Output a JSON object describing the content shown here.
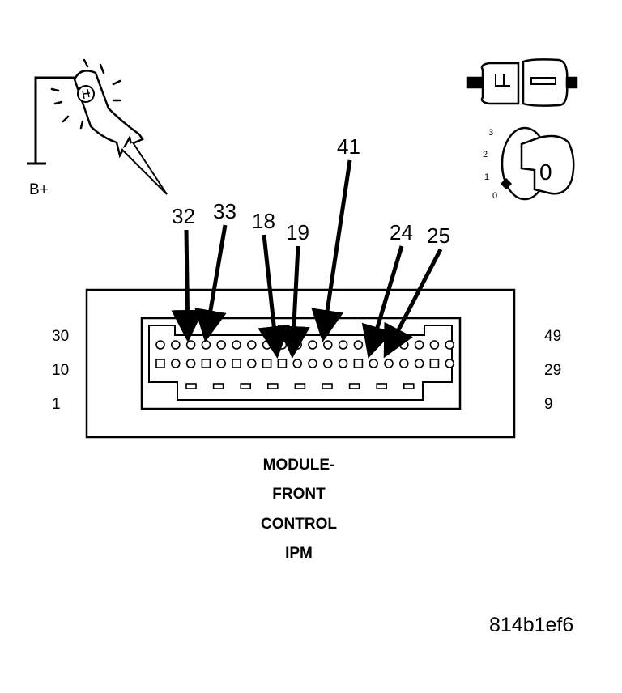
{
  "test_light": {
    "ground_label": "B+"
  },
  "connector": {
    "callouts": [
      {
        "label": "32"
      },
      {
        "label": "33"
      },
      {
        "label": "18"
      },
      {
        "label": "19"
      },
      {
        "label": "41"
      },
      {
        "label": "24"
      },
      {
        "label": "25"
      }
    ],
    "row_labels_left": [
      "30",
      "10",
      "1"
    ],
    "row_labels_right": [
      "49",
      "29",
      "9"
    ]
  },
  "ignition": {
    "positions": [
      "3",
      "2",
      "1",
      "0"
    ],
    "key_position": "0"
  },
  "module_title": [
    "MODULE-",
    "FRONT",
    "CONTROL",
    "IPM"
  ],
  "figure_id": "814b1ef6"
}
